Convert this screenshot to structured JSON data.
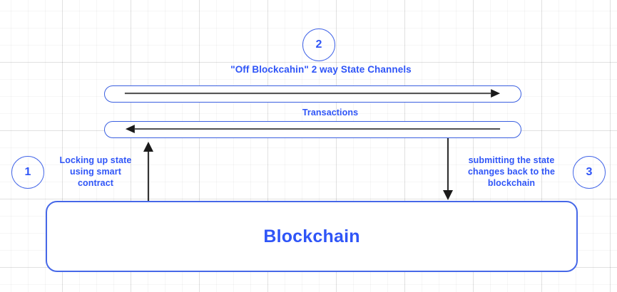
{
  "diagram": {
    "title": "\"Off Blockcahin\" 2 way State Channels",
    "steps": [
      {
        "number": "1",
        "label": "Locking up state using smart contract"
      },
      {
        "number": "2",
        "label": "\"Off Blockcahin\" 2 way State Channels"
      },
      {
        "number": "3",
        "label": "submitting the state changes back to the blockchain"
      }
    ],
    "channels": {
      "transactions_label": "Transactions",
      "top_bar": {
        "direction": "right",
        "name": "outgoing-transactions-channel"
      },
      "bottom_bar": {
        "direction": "left",
        "name": "incoming-transactions-channel"
      }
    },
    "blockchain": {
      "label": "Blockchain"
    },
    "connectors": {
      "left": {
        "direction": "up",
        "label": "Locking up state using smart contract"
      },
      "right": {
        "direction": "down",
        "label": "submitting the state changes back to the blockchain"
      }
    },
    "labels": {
      "lock_line1": "Locking up state",
      "lock_line2": "using smart",
      "lock_line3": "contract",
      "submit_line1": "submitting the state",
      "submit_line2": "changes back to the",
      "submit_line3": "blockchain"
    },
    "colors": {
      "accent_blue": "#2f55f7",
      "border_blue": "#4668e8",
      "arrow_gray": "#555555",
      "grid_line": "#e8e8e8",
      "background": "#ffffff"
    }
  }
}
